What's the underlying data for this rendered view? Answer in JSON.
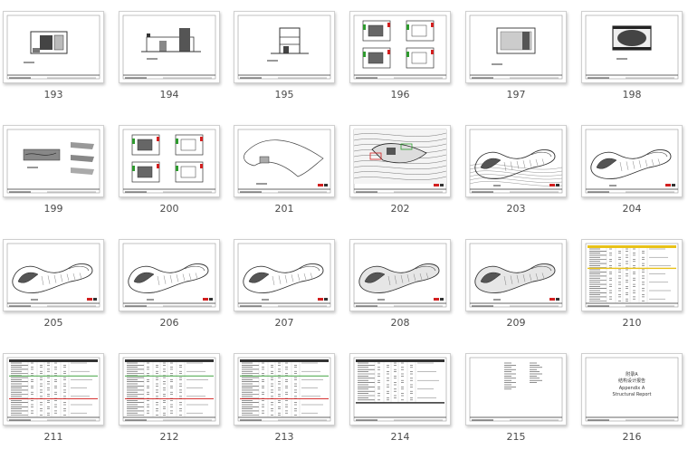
{
  "window": {
    "title": ""
  },
  "pages": [
    {
      "number": "193",
      "kind": "floorplan-small"
    },
    {
      "number": "194",
      "kind": "elevation"
    },
    {
      "number": "195",
      "kind": "section"
    },
    {
      "number": "196",
      "kind": "quad-plans"
    },
    {
      "number": "197",
      "kind": "floorplan-center"
    },
    {
      "number": "198",
      "kind": "floorplan-center-dark"
    },
    {
      "number": "199",
      "kind": "profiles"
    },
    {
      "number": "200",
      "kind": "quad-plans"
    },
    {
      "number": "201",
      "kind": "curve-outline"
    },
    {
      "number": "202",
      "kind": "site-plan"
    },
    {
      "number": "203",
      "kind": "site-curve"
    },
    {
      "number": "204",
      "kind": "curve-building"
    },
    {
      "number": "205",
      "kind": "curve-building"
    },
    {
      "number": "206",
      "kind": "curve-building"
    },
    {
      "number": "207",
      "kind": "curve-building"
    },
    {
      "number": "208",
      "kind": "curve-building-shaded"
    },
    {
      "number": "209",
      "kind": "curve-building-shaded"
    },
    {
      "number": "210",
      "kind": "table-yellow"
    },
    {
      "number": "211",
      "kind": "table"
    },
    {
      "number": "212",
      "kind": "table"
    },
    {
      "number": "213",
      "kind": "table"
    },
    {
      "number": "214",
      "kind": "table-short"
    },
    {
      "number": "215",
      "kind": "text-list"
    },
    {
      "number": "216",
      "kind": "cover"
    }
  ],
  "cover_text": {
    "line1": "附录A",
    "line2": "结构设计报告",
    "line3": "Appendix A",
    "line4": "Structural Report"
  },
  "colors": {
    "label": "#4a4a4a",
    "drawing": "#333333",
    "accent_red": "#d21f1f",
    "accent_green": "#2e9a2e",
    "accent_yellow": "#e8c21a"
  }
}
